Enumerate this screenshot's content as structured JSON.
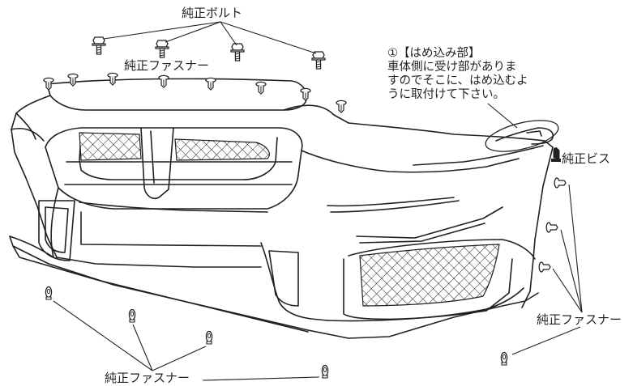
{
  "labels": {
    "genuine_bolt": "純正ボルト",
    "genuine_fastener_top": "純正ファスナー",
    "genuine_screw": "純正ビス",
    "genuine_fastener_right": "純正ファスナー",
    "genuine_fastener_bottom": "純正ファスナー"
  },
  "note": {
    "line1": "①【はめ込み部】",
    "line2": "車体側に受け部がありま",
    "line3": "すのでそこに、はめ込むよ",
    "line4": "うに取付けて下さい。"
  },
  "colors": {
    "line": "#231f20",
    "background": "#ffffff"
  }
}
